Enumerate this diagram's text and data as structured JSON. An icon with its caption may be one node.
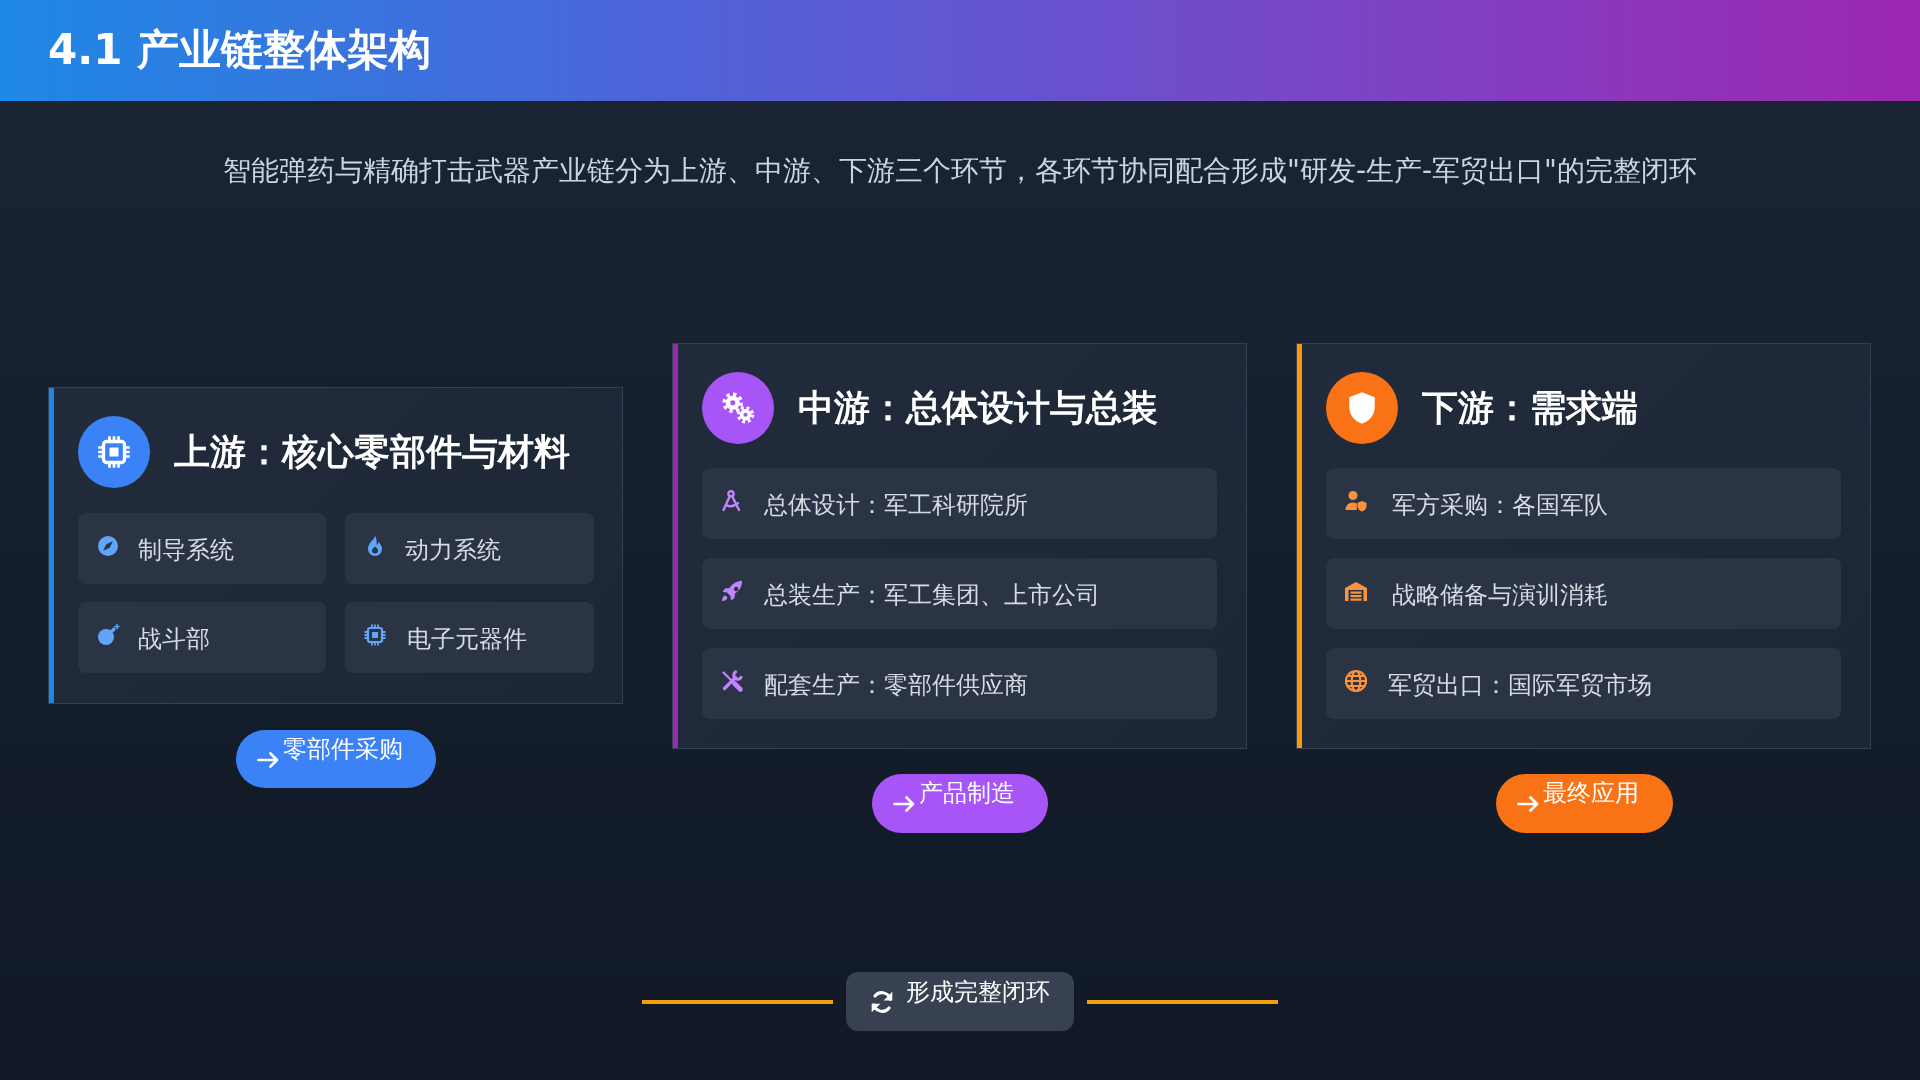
{
  "diagram": {
    "title": "4.1 产业链整体架构",
    "nodes": [
      {
        "text": [
          "上游：核心零部件与材料"
        ]
      },
      {
        "text": [
          "制导系统"
        ],
        "in": 0
      },
      {
        "text": [
          "动力系统"
        ],
        "in": 0
      },
      {
        "text": [
          "战斗部"
        ],
        "in": 0
      },
      {
        "text": [
          "电子元器件"
        ],
        "in": 0
      },
      {
        "text": [
          "零部件采购"
        ]
      },
      {
        "text": [
          "中游：总体设计与总装"
        ]
      },
      {
        "text": [
          "总体设计：军工科研院所"
        ],
        "in": 6
      },
      {
        "text": [
          "总装生产：军工集团、上市公司"
        ],
        "in": 6
      },
      {
        "text": [
          "配套生产：零部件供应商"
        ],
        "in": 6
      },
      {
        "text": [
          "产品制造"
        ]
      },
      {
        "text": [
          "下游：需求端"
        ]
      },
      {
        "text": [
          "军方采购：各国军队"
        ],
        "in": 11
      },
      {
        "text": [
          "战略储备与演训消耗"
        ],
        "in": 11
      },
      {
        "text": [
          "军贸出口：国际军贸市场"
        ],
        "in": 11
      },
      {
        "text": [
          "最终应用"
        ]
      },
      {
        "text": [
          "形成完整闭环"
        ]
      }
    ],
    "labels": [
      "智能弹药与精确打击武器产业链分为上游、中游、下游三个环节，各环节协同配合形成\"研发-生产-军贸出口\"的完整闭环"
    ]
  }
}
